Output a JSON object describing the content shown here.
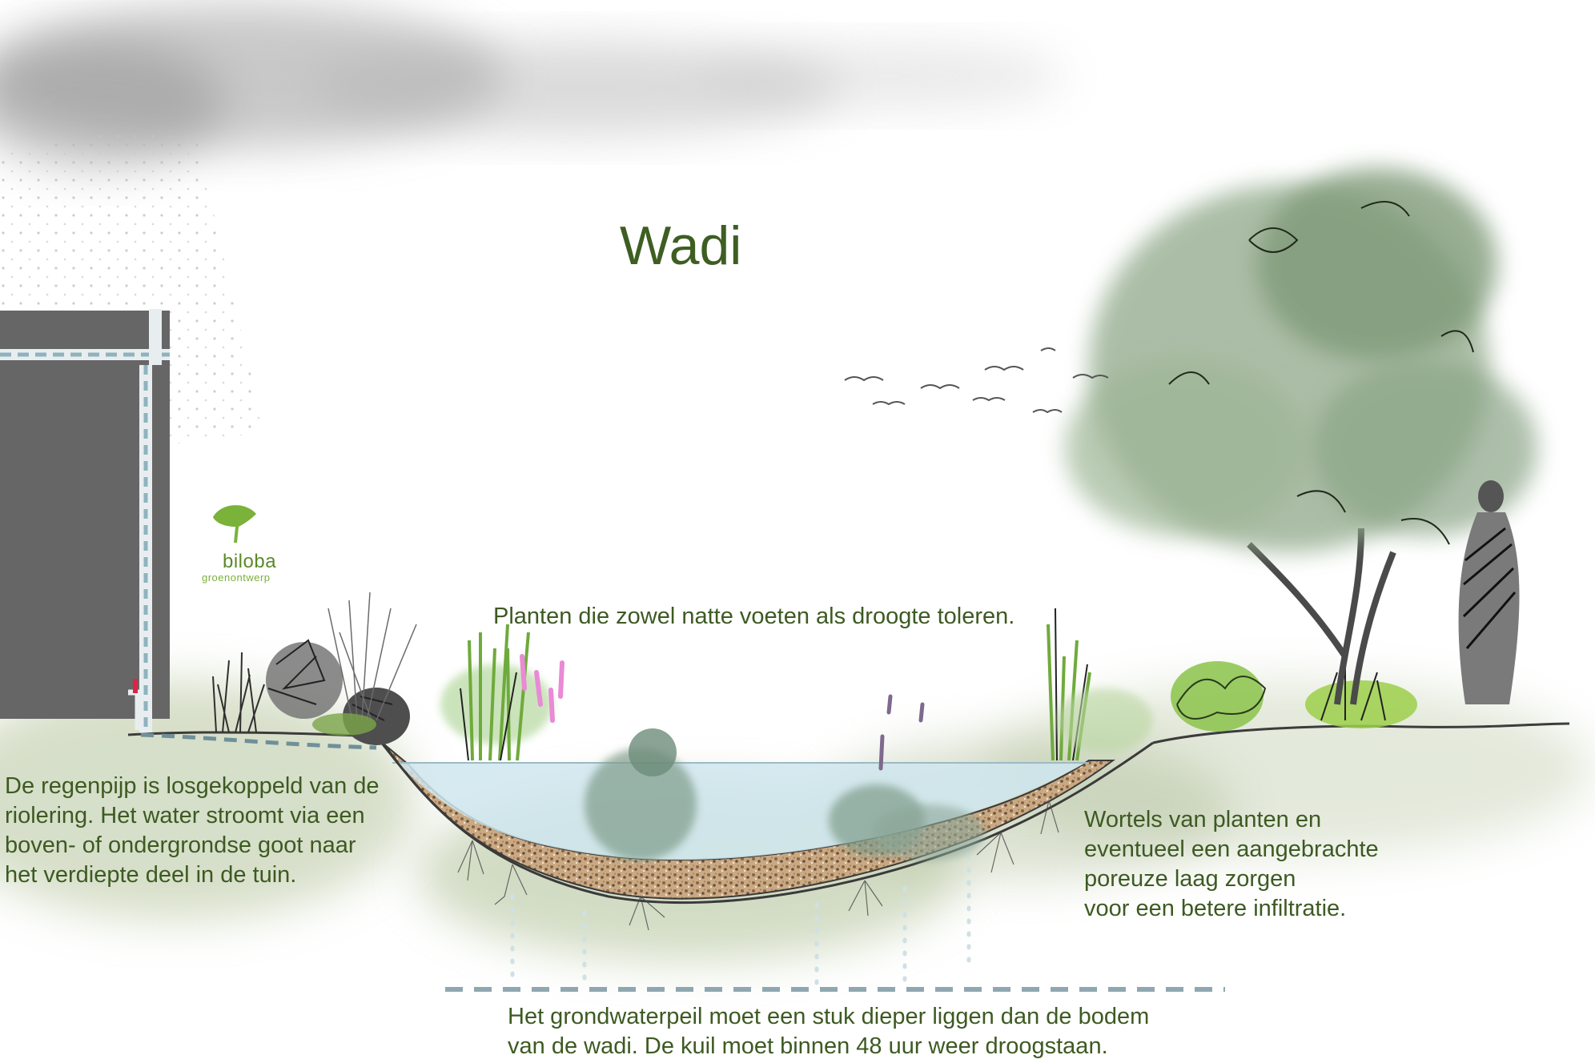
{
  "title": "Wadi",
  "logo": {
    "name": "biloba",
    "tagline": "groenontwerp"
  },
  "annotations": {
    "plants": [
      "Planten die zowel natte voeten als droogte toleren."
    ],
    "downspout": [
      "De regenpijp is losgekoppeld van de",
      "riolering. Het water stroomt via een",
      "boven- of ondergrondse goot naar",
      "het verdiepte deel in de tuin."
    ],
    "roots": [
      "Wortels van planten en",
      "eventueel een aangebrachte",
      "poreuze laag zorgen",
      "voor een betere infiltratie."
    ],
    "groundwater": [
      "Het grondwaterpeil moet een stuk dieper liggen dan de bodem",
      "van de wadi. De kuil moet binnen 48 uur weer droogstaan."
    ]
  },
  "colors": {
    "text": "#3d5a22",
    "house": "#666666",
    "water": "#cfe6ef",
    "gravel": "#b08a66",
    "ground": "#a6b98a",
    "tree": "#8fa889",
    "pipe": "#8fb3be",
    "drain_accent": "#e0224a"
  }
}
